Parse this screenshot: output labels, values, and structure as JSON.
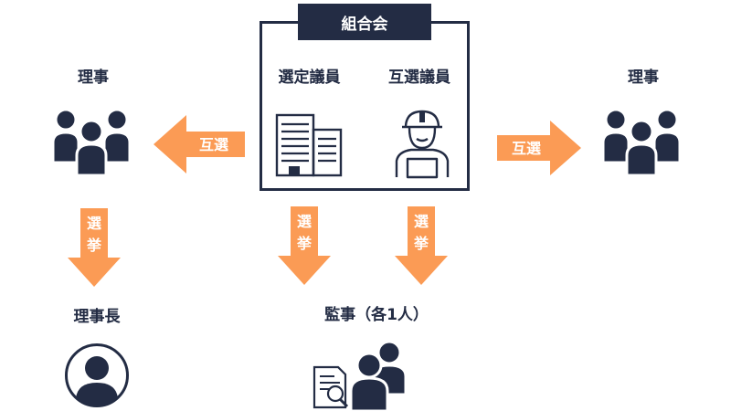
{
  "council": {
    "title": "組合会",
    "left_label": "選定議員",
    "right_label": "互選議員"
  },
  "left": {
    "label": "理事"
  },
  "right": {
    "label": "理事"
  },
  "horizontal_arrows": {
    "left_text": "互選",
    "right_text": "互選"
  },
  "down_arrows": {
    "text_top": "選",
    "text_bottom": "挙"
  },
  "chair": {
    "label": "理事長"
  },
  "auditor": {
    "label": "監事（各1人）"
  },
  "colors": {
    "navy": "#232c44",
    "orange": "#fb9b55"
  }
}
